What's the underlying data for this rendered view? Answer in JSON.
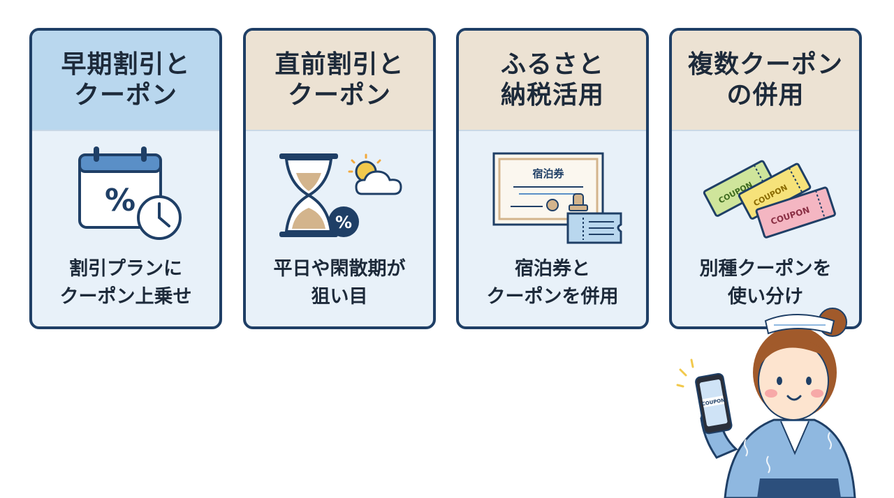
{
  "colors": {
    "border": "#1f3f66",
    "card_bg": "#e8f1f9",
    "head_blue": "#b9d7ee",
    "head_beige": "#ece2d3",
    "text": "#1d2a3a"
  },
  "cards": [
    {
      "title_lines": [
        "早期割引と",
        "クーポン"
      ],
      "icon": "calendar-percent-clock-icon",
      "desc_lines": [
        "割引プランに",
        "クーポン上乗せ"
      ]
    },
    {
      "title_lines": [
        "直前割引と",
        "クーポン"
      ],
      "icon": "hourglass-sun-cloud-icon",
      "desc_lines": [
        "平日や閑散期が",
        "狙い目"
      ]
    },
    {
      "title_lines": [
        "ふるさと",
        "納税活用"
      ],
      "icon": "voucher-certificate-icon",
      "icon_text": "宿泊券",
      "desc_lines": [
        "宿泊券と",
        "クーポンを併用"
      ]
    },
    {
      "title_lines": [
        "複数クーポン",
        "の併用"
      ],
      "icon": "stacked-coupons-icon",
      "icon_text": "COUPON",
      "desc_lines": [
        "別種クーポンを",
        "使い分け"
      ]
    }
  ],
  "character": {
    "icon": "woman-in-yukata-with-phone-icon",
    "phone_text": "COUPON"
  }
}
